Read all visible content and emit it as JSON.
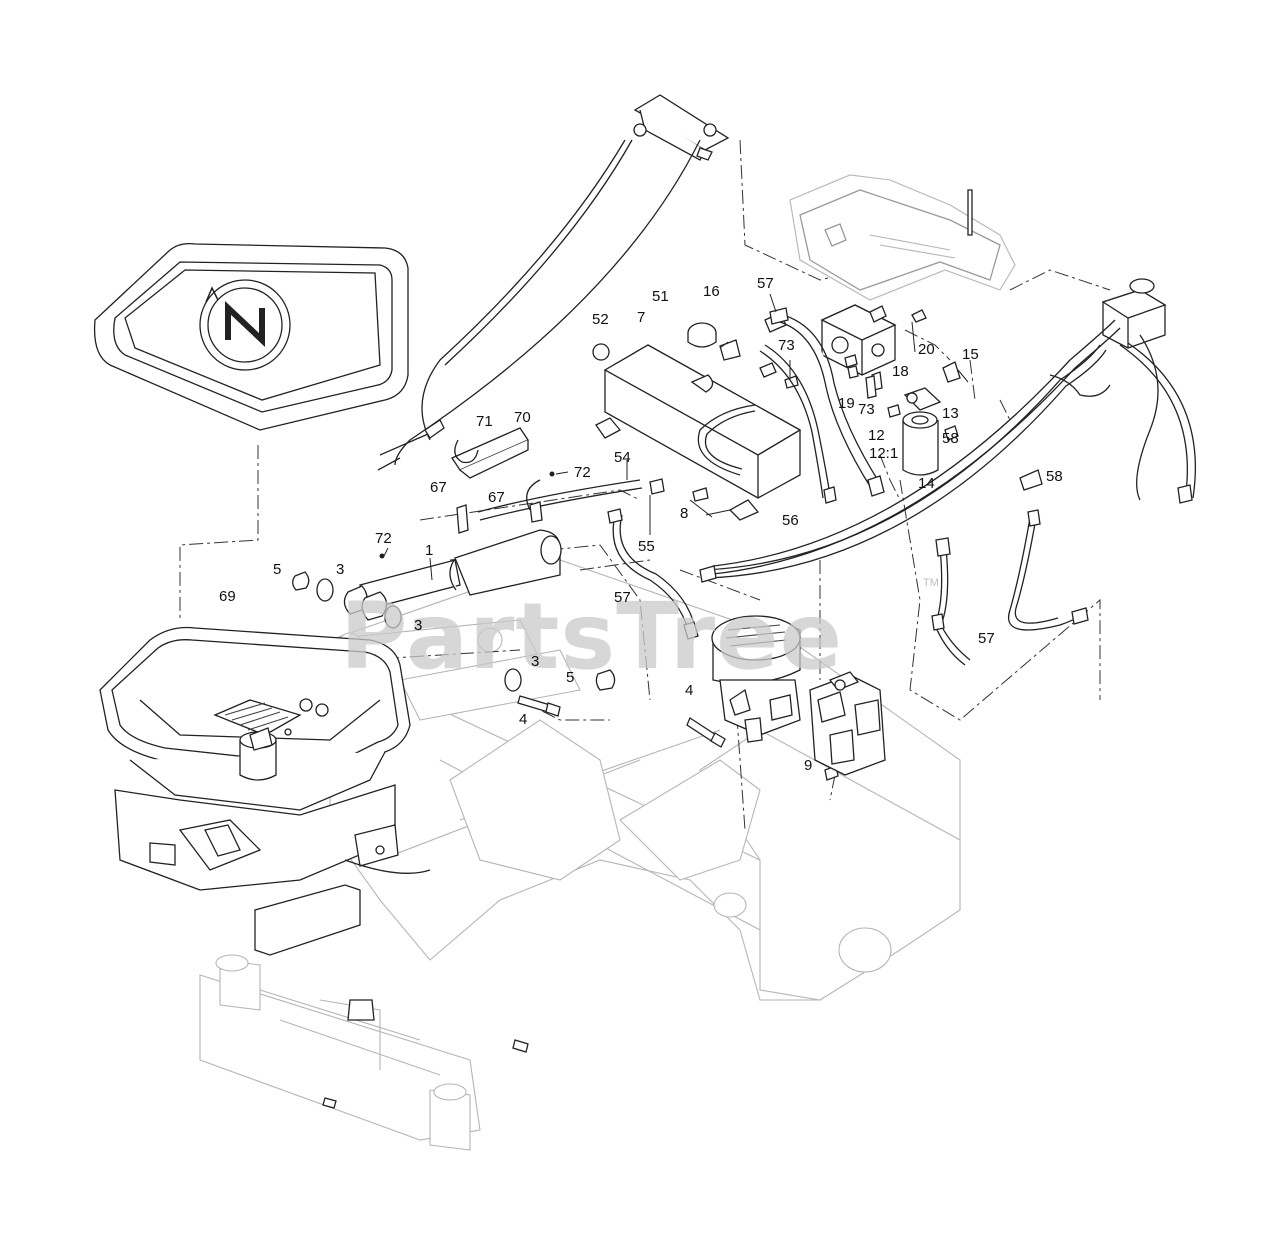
{
  "watermark": {
    "text": "PartsTree",
    "tm": "TM"
  },
  "callouts": {
    "c1": "1",
    "c3a": "3",
    "c3b": "3",
    "c3c": "3",
    "c4a": "4",
    "c4b": "4",
    "c5a": "5",
    "c5b": "5",
    "c7": "7",
    "c8": "8",
    "c9": "9",
    "c12": "12",
    "c12_1": "12:1",
    "c13": "13",
    "c14": "14",
    "c15": "15",
    "c16": "16",
    "c18": "18",
    "c19": "19",
    "c20": "20",
    "c51": "51",
    "c52": "52",
    "c54": "54",
    "c55": "55",
    "c56": "56",
    "c57a": "57",
    "c57b": "57",
    "c57c": "57",
    "c58a": "58",
    "c58b": "58",
    "c67a": "67",
    "c67b": "67",
    "c69": "69",
    "c70": "70",
    "c71": "71",
    "c72a": "72",
    "c72b": "72",
    "c73a": "73",
    "c73b": "73"
  }
}
